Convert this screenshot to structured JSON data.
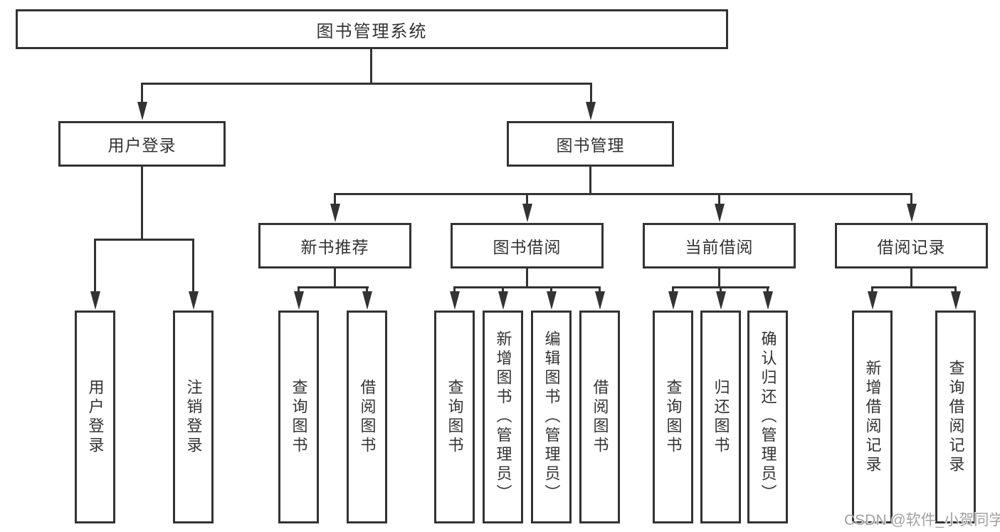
{
  "diagram": {
    "type": "hierarchy-tree",
    "colors": {
      "line": "#333333",
      "text": "#333333",
      "background": "#ffffff",
      "watermark_gray": "#919191"
    },
    "tree": {
      "label": "图书管理系统",
      "children": [
        {
          "label": "用户登录",
          "children": [
            {
              "label": "用户登录"
            },
            {
              "label": "注销登录"
            }
          ]
        },
        {
          "label": "图书管理",
          "children": [
            {
              "label": "新书推荐",
              "children": [
                {
                  "label": "查询图书"
                },
                {
                  "label": "借阅图书"
                }
              ]
            },
            {
              "label": "图书借阅",
              "children": [
                {
                  "label": "查询图书"
                },
                {
                  "label": "新增图书（管理员）"
                },
                {
                  "label": "编辑图书（管理员）"
                },
                {
                  "label": "借阅图书"
                }
              ]
            },
            {
              "label": "当前借阅",
              "children": [
                {
                  "label": "查询图书"
                },
                {
                  "label": "归还图书"
                },
                {
                  "label": "确认归还（管理员）"
                }
              ]
            },
            {
              "label": "借阅记录",
              "children": [
                {
                  "label": "新增借阅记录"
                },
                {
                  "label": "查询借阅记录"
                }
              ]
            }
          ]
        }
      ]
    },
    "watermark": {
      "text": "CSDN @软件_小贺同学"
    }
  }
}
